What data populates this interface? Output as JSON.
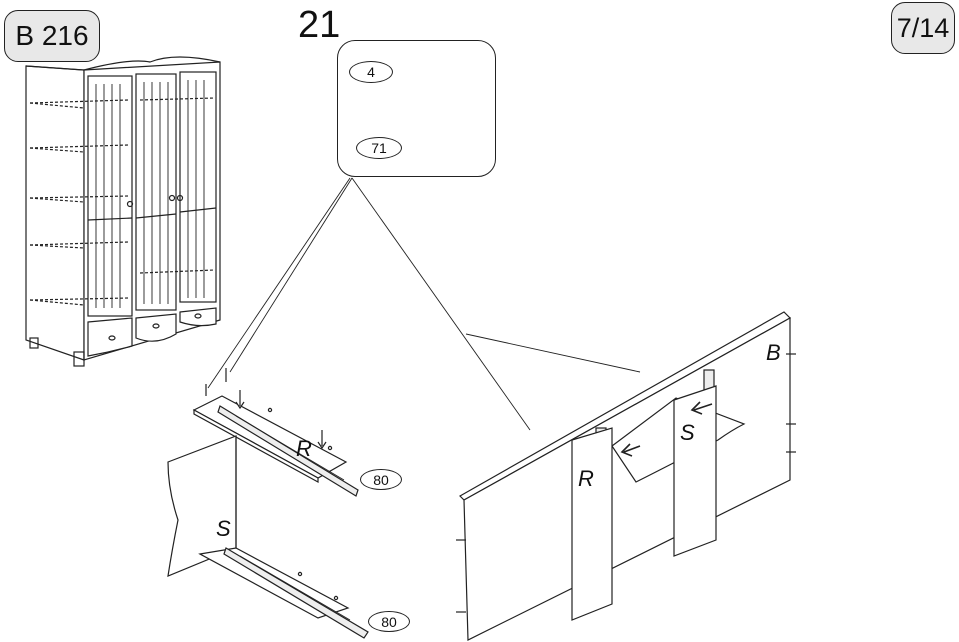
{
  "header": {
    "model": "B 216",
    "step": "21",
    "page": "7/14"
  },
  "parts": [
    {
      "id": "allen-key",
      "icon": "allen-key-icon",
      "qty": "4"
    },
    {
      "id": "cam-bolt",
      "icon": "screw-icon",
      "qty": "71"
    }
  ],
  "callouts": {
    "upper_slide_qty": "80",
    "lower_slide_qty": "80"
  },
  "labels": {
    "left_upper_rail": "R",
    "left_lower_panel": "S",
    "right_panel_top": "B",
    "right_shelf": "S",
    "right_rail": "R"
  }
}
